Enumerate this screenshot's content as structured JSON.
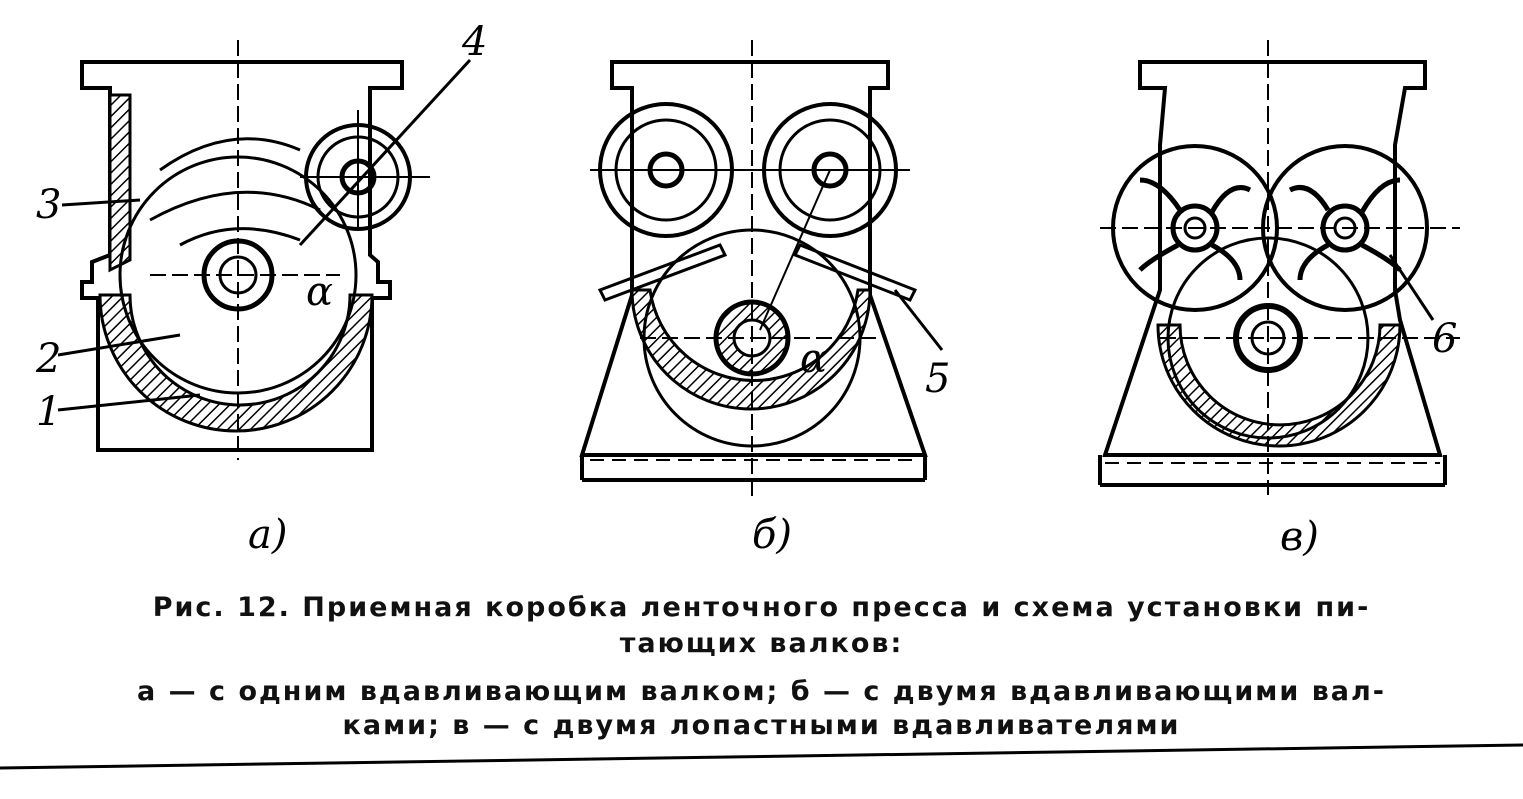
{
  "figure": {
    "panels": [
      {
        "id": "a",
        "label": "а)"
      },
      {
        "id": "b",
        "label": "б)"
      },
      {
        "id": "v",
        "label": "в)"
      }
    ],
    "part_numbers": {
      "n1": "1",
      "n2": "2",
      "n3": "3",
      "n4": "4",
      "n5": "5",
      "n6": "6"
    },
    "angle_label": "α"
  },
  "caption": {
    "line1": "Рис. 12.  Приемная  коробка  ленточного  пресса  и  схема  установки  пи-",
    "line2": "тающих  валков:",
    "line3": "а — с одним  вдавливающим  валком;  б — с двумя  вдавливающими  вал-",
    "line4": "ками;  в — с двумя  лопастными  вдавливателями"
  }
}
